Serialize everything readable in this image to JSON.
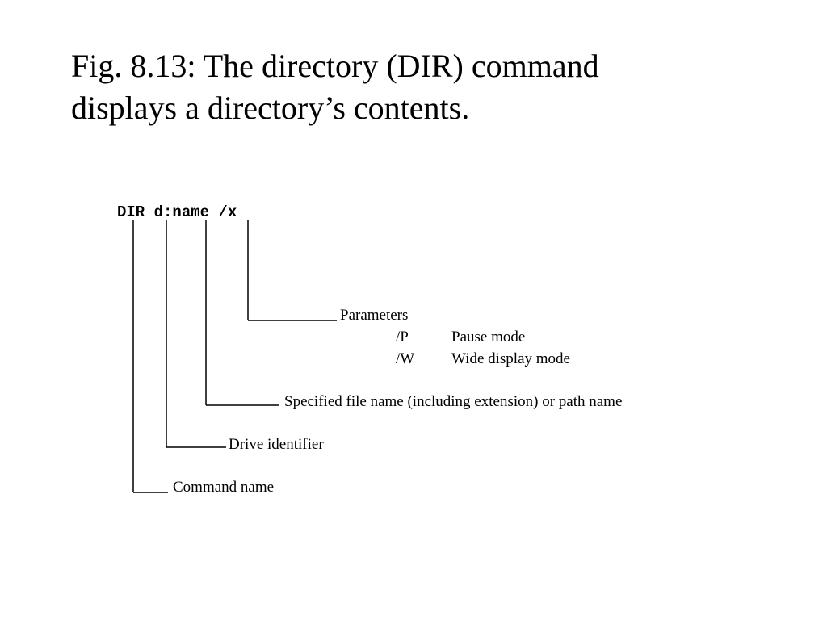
{
  "title": {
    "line1": "Fig. 8.13: The directory (DIR) command",
    "line2": "displays a directory’s contents."
  },
  "command": {
    "text": "DIR d:name /x"
  },
  "annotations": {
    "parameters": {
      "label": "Parameters",
      "options": [
        {
          "code": "/P",
          "description": "Pause mode"
        },
        {
          "code": "/W",
          "description": "Wide display mode"
        }
      ]
    },
    "file_name": "Specified file name (including extension) or path name",
    "drive": "Drive identifier",
    "command_name": "Command name"
  }
}
